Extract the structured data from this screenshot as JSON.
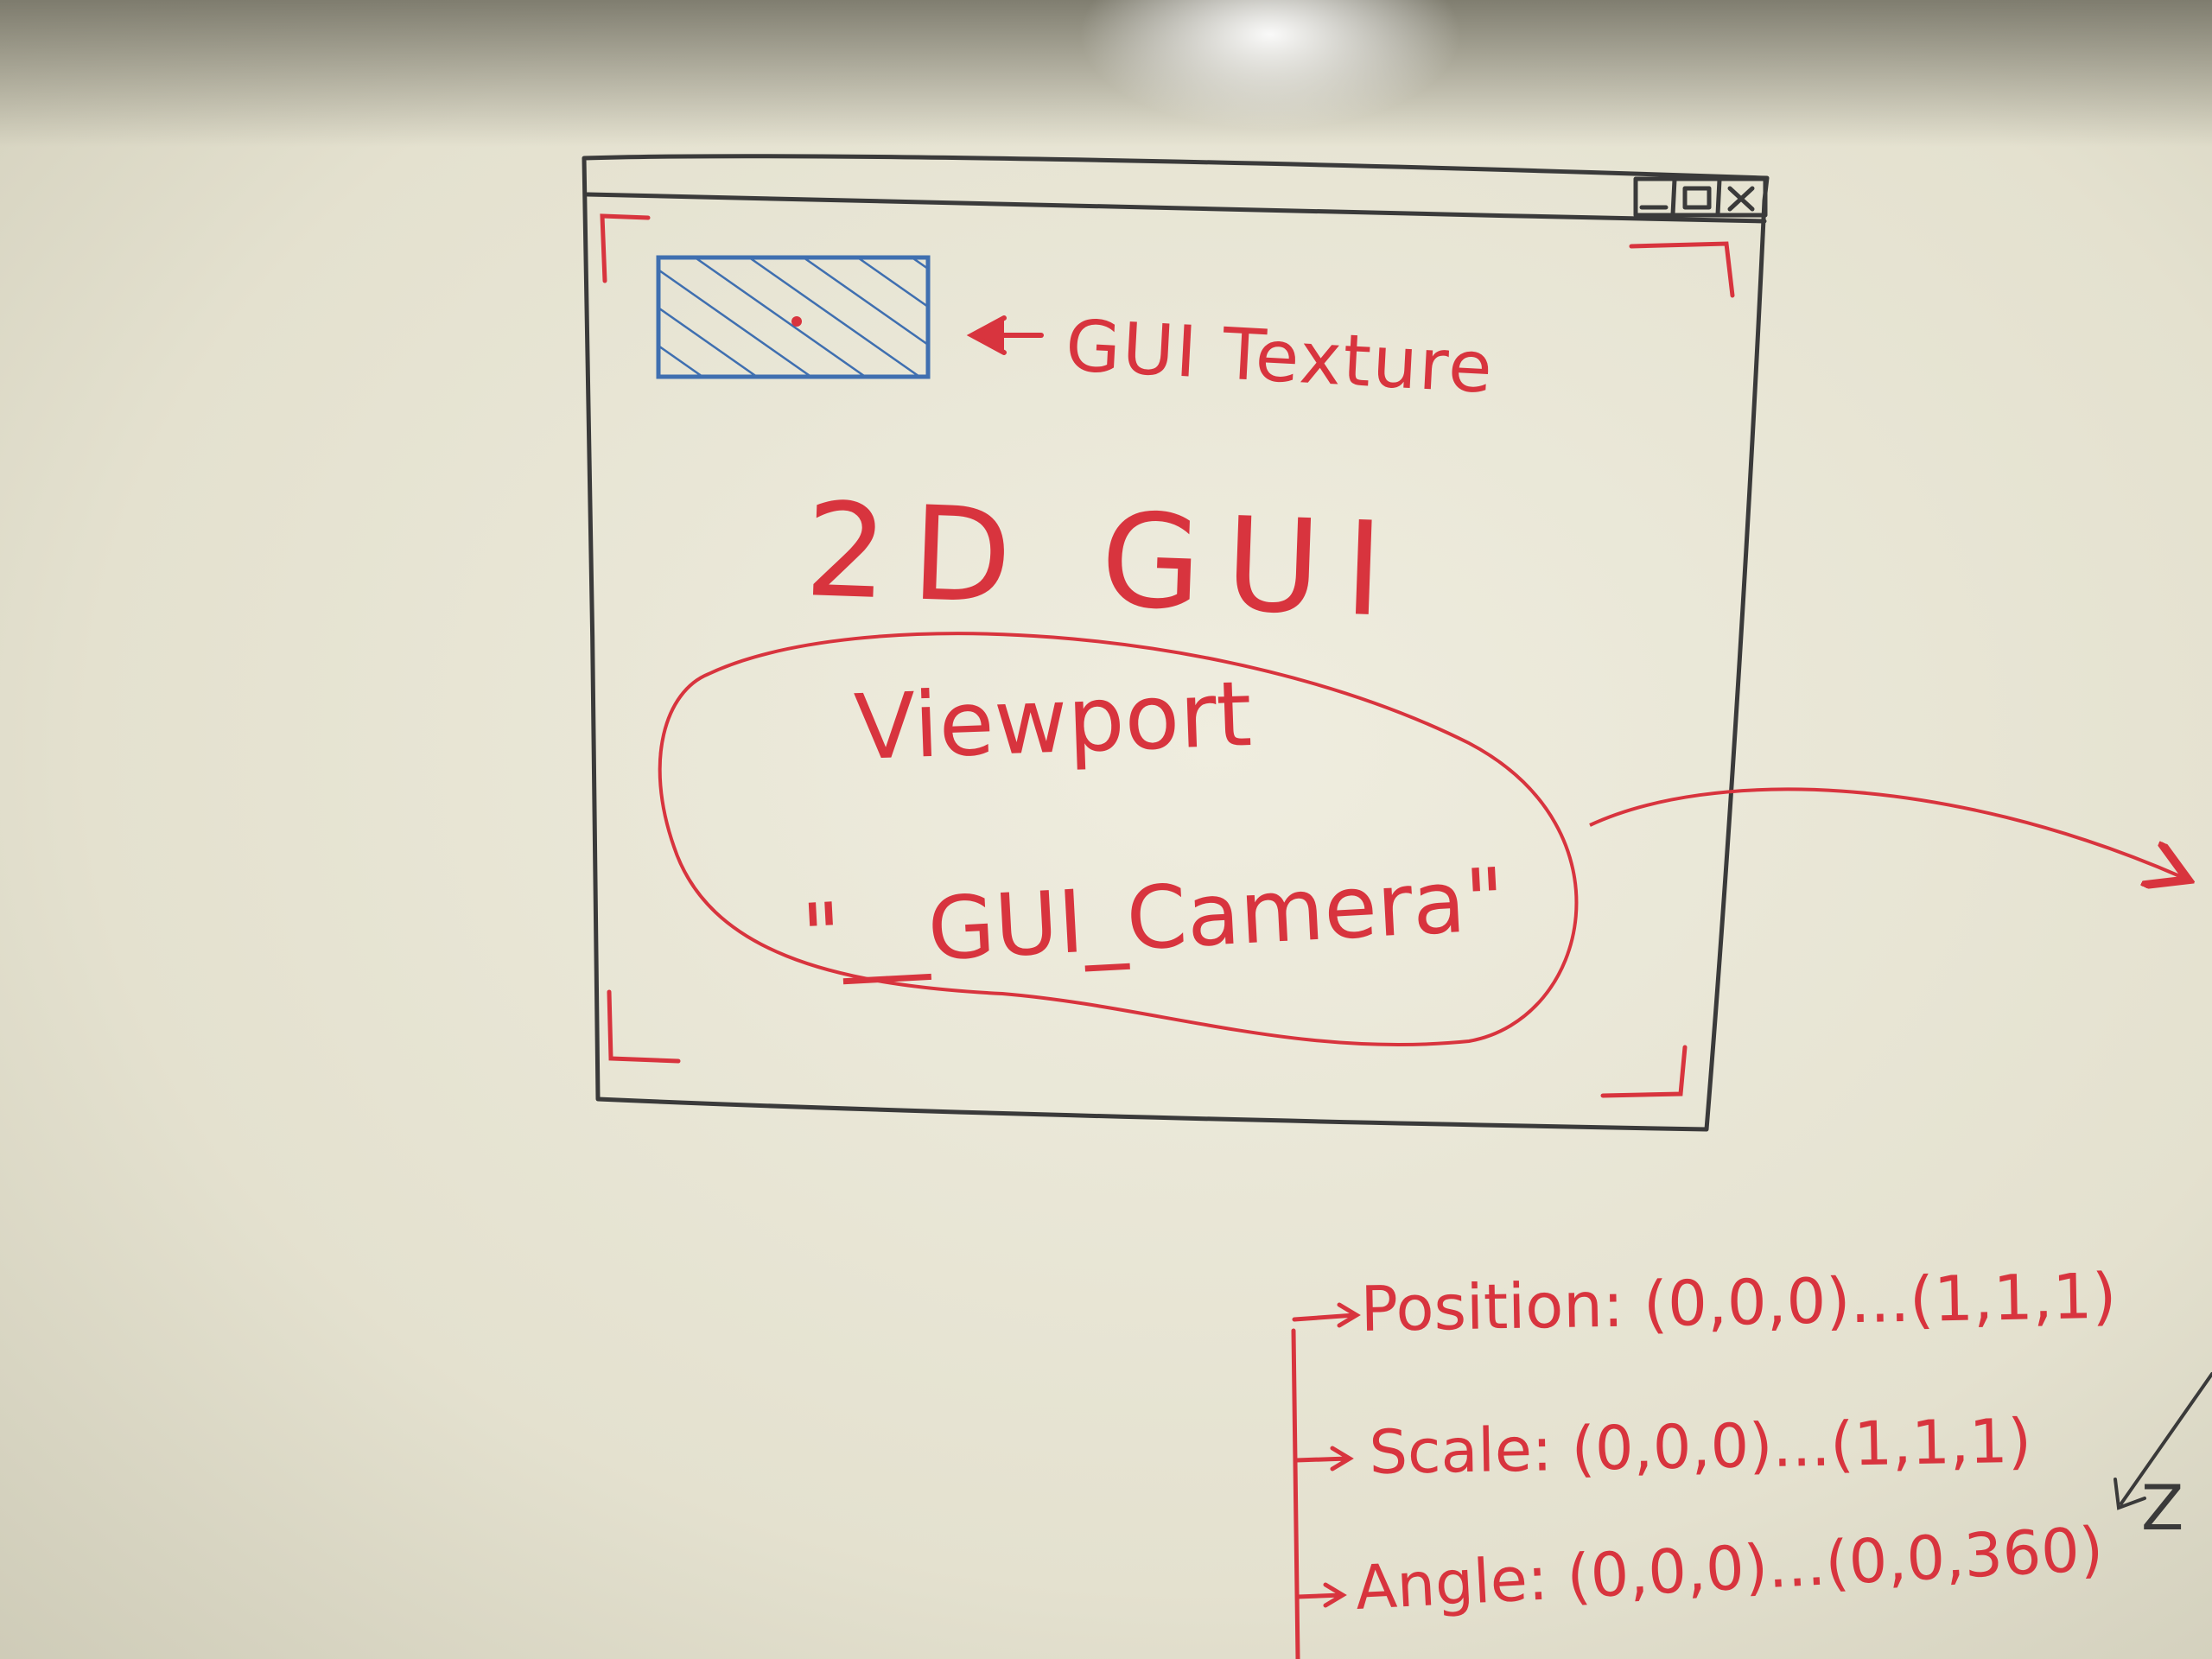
{
  "photo": {
    "subject": "whiteboard sketch of a GUI window",
    "colors": {
      "board_light": "#eceadb",
      "board_mid": "#d9d6c3",
      "board_dark": "#8a8878",
      "marker_black": "#3a3a3a",
      "marker_red": "#d8343e",
      "marker_blue": "#3f6fb0"
    }
  },
  "window": {
    "controls": {
      "minimize": "–",
      "maximize": "☐",
      "close": "x"
    },
    "gui_texture_label": "GUI Texture",
    "title_2d": "2D GUI",
    "viewport_label": "Viewport",
    "camera_name": "\"__GUI_Camera\""
  },
  "properties": {
    "position": "Position: (0,0,0)...(1,1,1)",
    "scale": "Scale: (0,0,0)...(1,1,1)",
    "angle": "Angle: (0,0,0)...(0,0,360)"
  },
  "axis": {
    "z_label": "Z"
  }
}
